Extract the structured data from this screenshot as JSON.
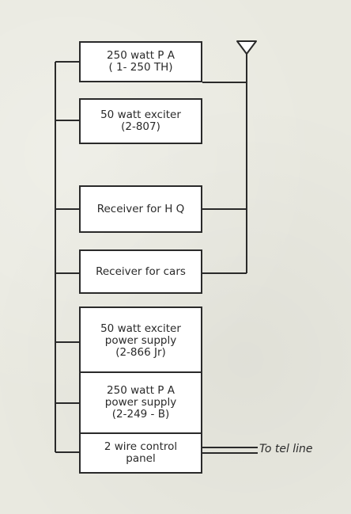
{
  "blocks": [
    {
      "id": "pa",
      "lines": [
        "250 watt P A",
        "( 1- 250 TH)"
      ]
    },
    {
      "id": "exciter",
      "lines": [
        "50 watt exciter",
        "(2-807)"
      ]
    },
    {
      "id": "receiver-hq",
      "lines": [
        "Receiver for H Q"
      ]
    },
    {
      "id": "receiver-cars",
      "lines": [
        "Receiver for cars"
      ]
    },
    {
      "id": "exciter-ps",
      "lines": [
        "50 watt exciter",
        "power supply",
        "(2-866 Jr)"
      ]
    },
    {
      "id": "pa-ps",
      "lines": [
        "250 watt P A",
        "power supply",
        "(2-249 - B)"
      ]
    },
    {
      "id": "control",
      "lines": [
        "2 wire control",
        "panel"
      ]
    }
  ],
  "tel_line_label": "To tel line",
  "colors": {
    "line": "#2a2a2a",
    "background": "#e9e9e0",
    "box": "#ffffff"
  }
}
